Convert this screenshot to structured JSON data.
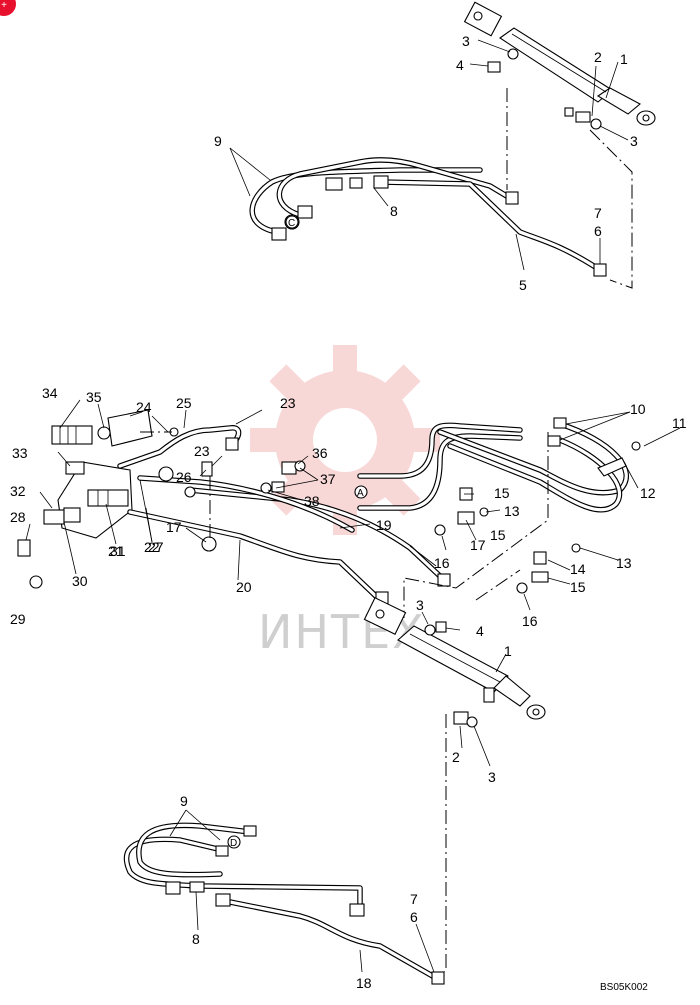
{
  "diagram": {
    "drawing_code": "BS05K002",
    "watermark_text": "ИНТЕХ",
    "callouts_upper": [
      "1",
      "2",
      "3",
      "3",
      "4",
      "5",
      "6",
      "7",
      "8",
      "9"
    ],
    "callouts_middle": [
      "10",
      "11",
      "12",
      "13",
      "13",
      "14",
      "15",
      "15",
      "15",
      "16",
      "16",
      "17",
      "17",
      "19",
      "20",
      "21",
      "22",
      "23",
      "23",
      "24",
      "25",
      "26",
      "27",
      "28",
      "29",
      "30",
      "31",
      "32",
      "33",
      "34",
      "35",
      "36",
      "37",
      "38",
      "1",
      "3",
      "4"
    ],
    "callouts_lower": [
      "2",
      "3",
      "9",
      "8",
      "7",
      "6",
      "18"
    ],
    "circle_markers": [
      "A",
      "C",
      "D"
    ],
    "colors": {
      "line": "#000000",
      "watermark_gear": "#f4b8b8",
      "watermark_text": "#cfcfcf",
      "corner_badge": "#e8112d"
    }
  }
}
